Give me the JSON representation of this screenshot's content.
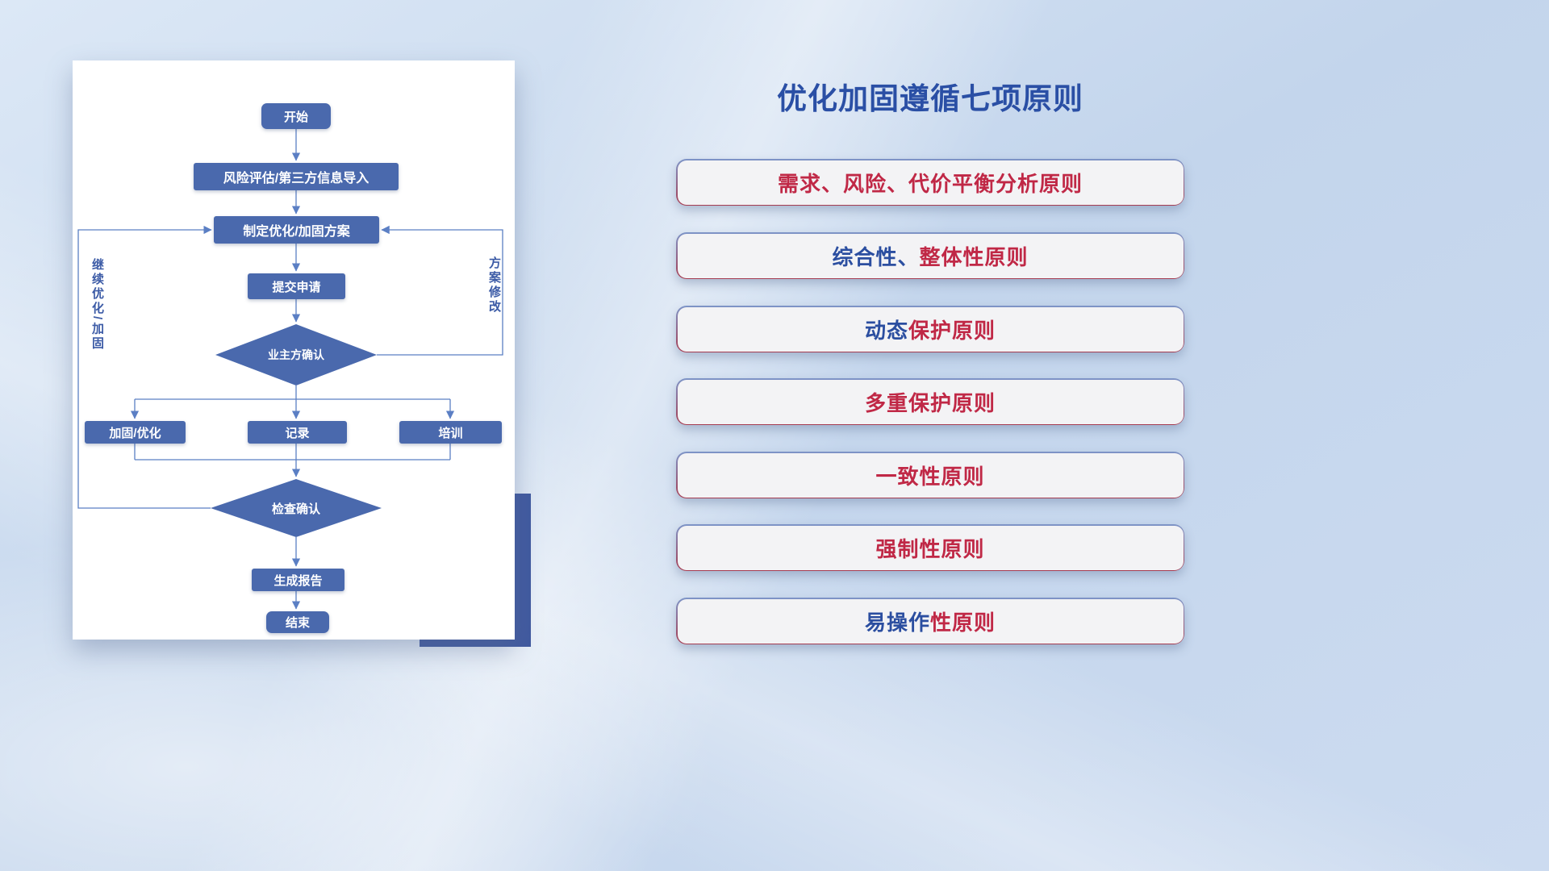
{
  "title": {
    "text": "优化加固遵循七项原则"
  },
  "flowchart": {
    "nodes": {
      "start": "开始",
      "risk": "风险评估/第三方信息导入",
      "plan": "制定优化/加固方案",
      "submit": "提交申请",
      "owner_confirm": "业主方确认",
      "reinforce": "加固/优化",
      "record": "记录",
      "training": "培训",
      "check_confirm": "检查确认",
      "report": "生成报告",
      "end": "结束"
    },
    "loop_labels": {
      "left": "继续优化/加固",
      "right": "方案修改"
    },
    "node_color": "#4a69ad",
    "line_color": "#5b7fc4"
  },
  "principles": [
    {
      "segments": [
        {
          "text": "需求、风险、代价平衡分析原则",
          "color": "red"
        }
      ]
    },
    {
      "segments": [
        {
          "text": "综合性、",
          "color": "blue"
        },
        {
          "text": "整体性原则",
          "color": "red"
        }
      ]
    },
    {
      "segments": [
        {
          "text": "动态",
          "color": "blue"
        },
        {
          "text": "保护原则",
          "color": "red"
        }
      ]
    },
    {
      "segments": [
        {
          "text": "多重保护原则",
          "color": "red"
        }
      ]
    },
    {
      "segments": [
        {
          "text": "一致性原则",
          "color": "red"
        }
      ]
    },
    {
      "segments": [
        {
          "text": "强制性原则",
          "color": "red"
        }
      ]
    },
    {
      "segments": [
        {
          "text": "易操作",
          "color": "blue"
        },
        {
          "text": "性原则",
          "color": "red"
        }
      ]
    }
  ],
  "colors": {
    "blue": "#2b4ea0",
    "red": "#c02846",
    "title_blue": "#2a4fa5",
    "node_blue": "#4a69ad",
    "background_light_blue": "#c3d5ec"
  }
}
